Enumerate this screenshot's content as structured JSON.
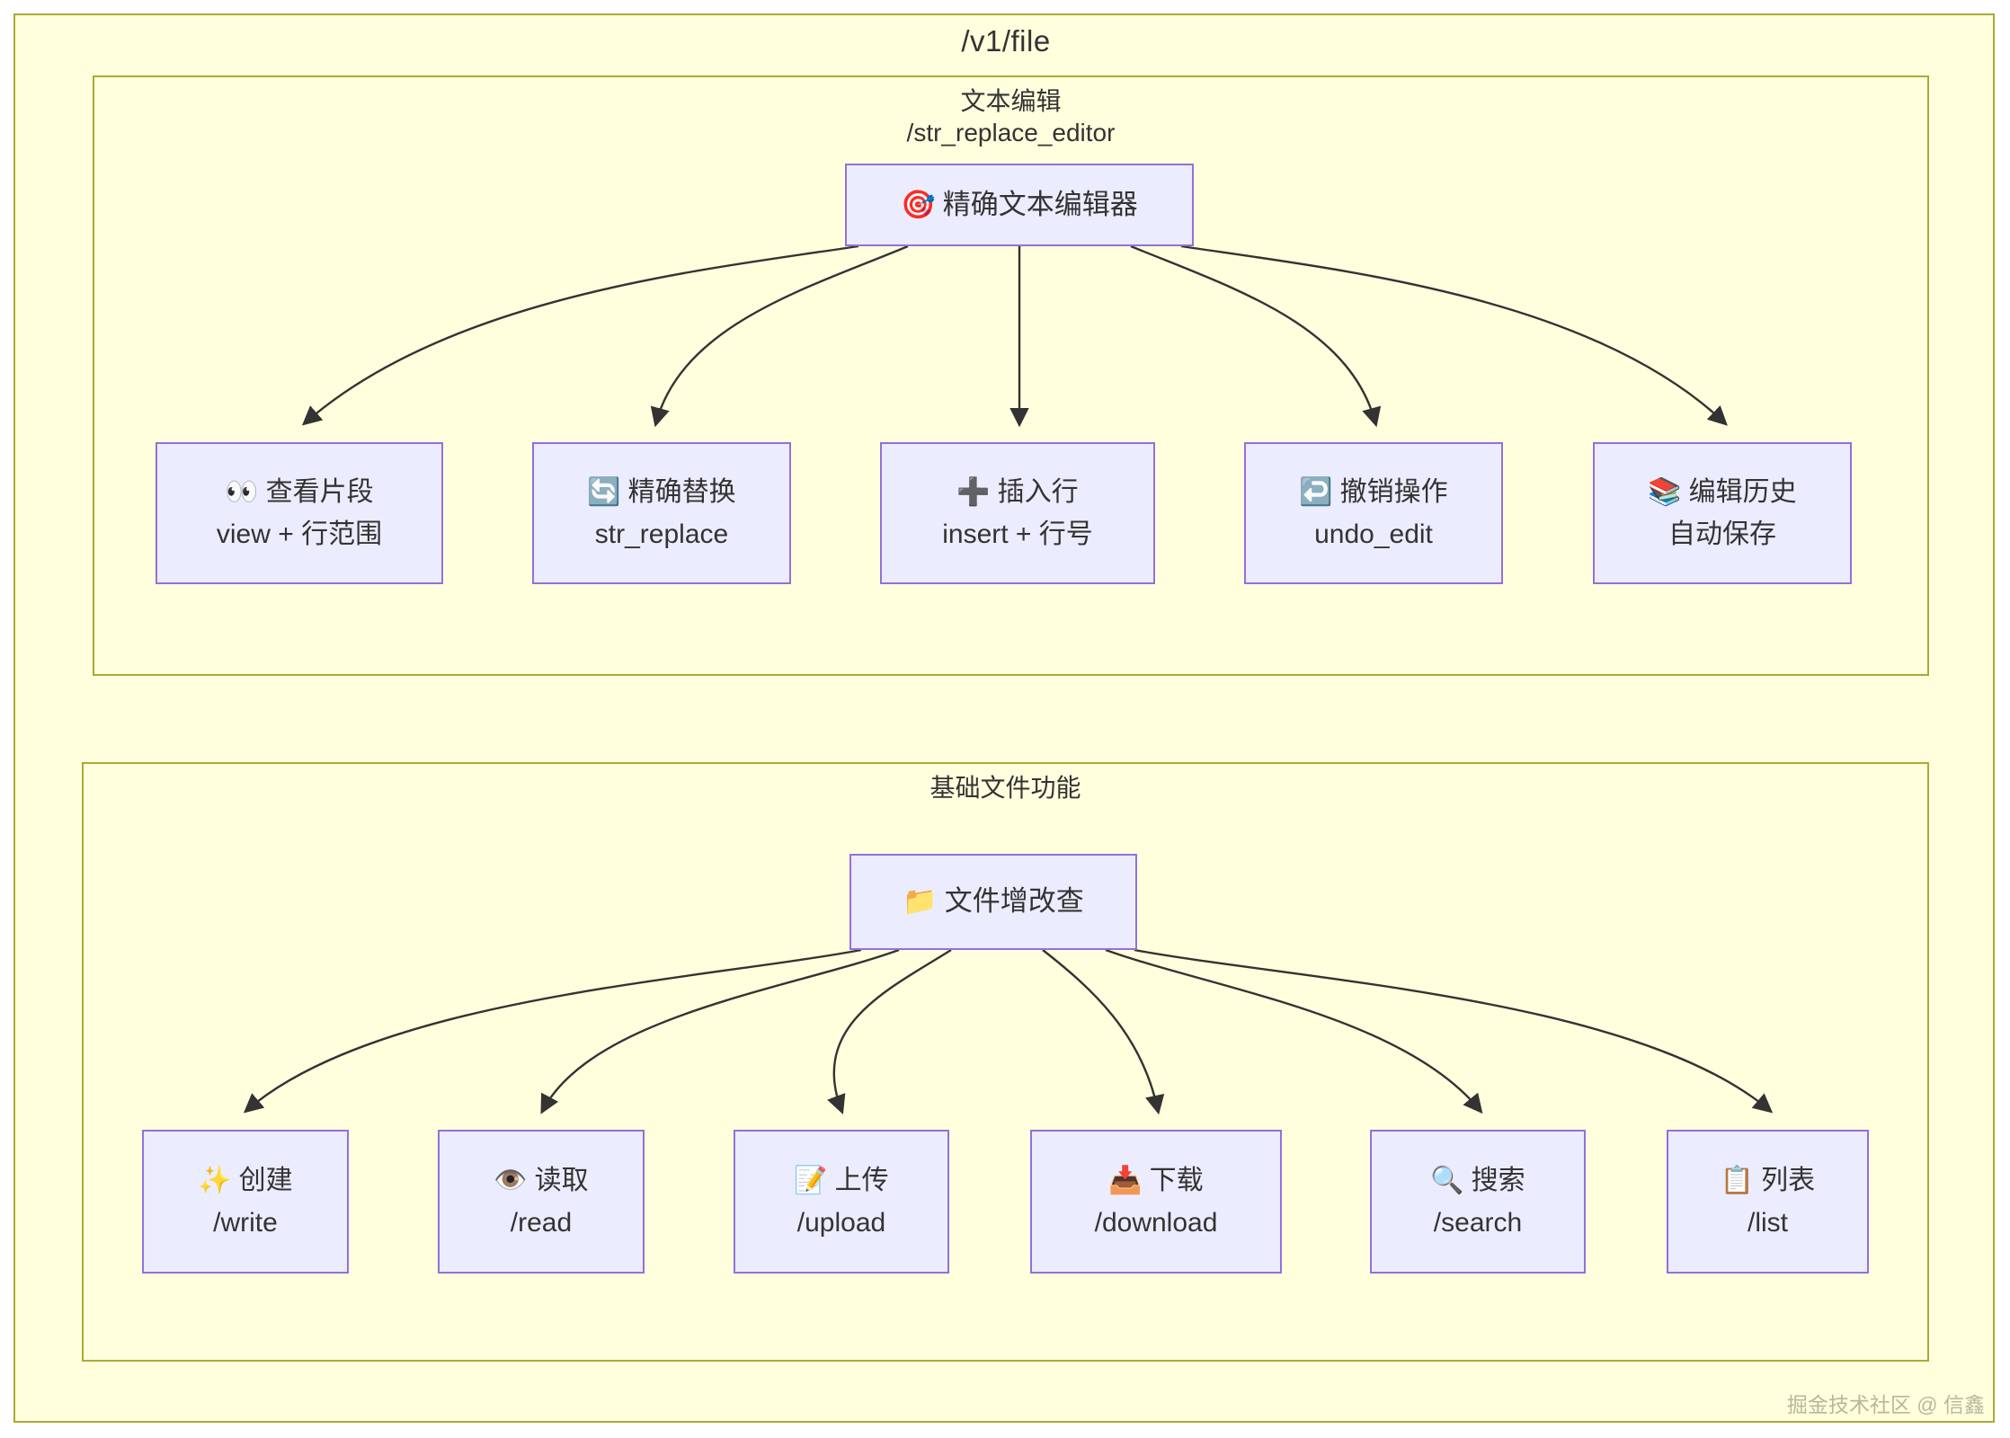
{
  "diagram": {
    "title": "/v1/file",
    "frame_bg": "#ffffde",
    "frame_border": "#aaaa33",
    "node_fill": "#ececff",
    "node_border": "#9370db",
    "edge_color": "#333333"
  },
  "subgraphs": [
    {
      "id": "editor",
      "title_line1": "文本编辑",
      "title_line2": "/str_replace_editor",
      "root": {
        "emoji": "🎯",
        "label": "精确文本编辑器"
      },
      "children": [
        {
          "emoji": "👀",
          "label": "查看片段",
          "sub": "view + 行范围"
        },
        {
          "emoji": "🔄",
          "label": "精确替换",
          "sub": "str_replace"
        },
        {
          "emoji": "➕",
          "label": "插入行",
          "sub": "insert + 行号"
        },
        {
          "emoji": "↩️",
          "label": "撤销操作",
          "sub": "undo_edit"
        },
        {
          "emoji": "📚",
          "label": "编辑历史",
          "sub": "自动保存"
        }
      ]
    },
    {
      "id": "basic",
      "title_line1": "基础文件功能",
      "title_line2": "",
      "root": {
        "emoji": "📁",
        "label": "文件增改查"
      },
      "children": [
        {
          "emoji": "✨",
          "label": "创建",
          "sub": "/write"
        },
        {
          "emoji": "👁️",
          "label": "读取",
          "sub": "/read"
        },
        {
          "emoji": "📝",
          "label": "上传",
          "sub": "/upload"
        },
        {
          "emoji": "📥",
          "label": "下载",
          "sub": "/download"
        },
        {
          "emoji": "🔍",
          "label": "搜索",
          "sub": "/search"
        },
        {
          "emoji": "📋",
          "label": "列表",
          "sub": "/list"
        }
      ]
    }
  ],
  "watermark": "掘金技术社区 @ 信鑫"
}
